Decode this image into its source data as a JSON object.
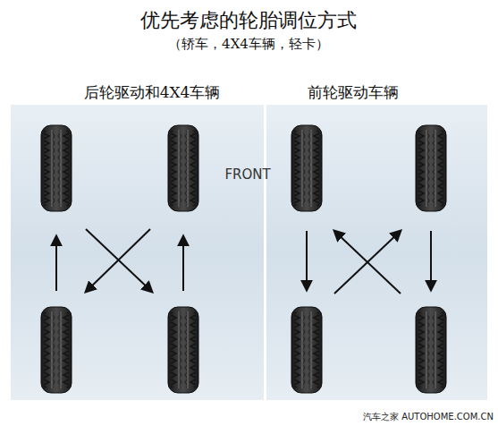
{
  "diagram": {
    "title": "优先考虑的轮胎调位方式",
    "nodes": [
      {
        "text": [
          "后轮驱动和4X4车辆"
        ]
      },
      {
        "text": [
          "前轮驱动车辆"
        ]
      }
    ],
    "labels": [
      "（轿车，4X4车辆，轻卡）",
      "FRONT",
      "汽车之家 AUTOHOME.COM.CN"
    ]
  }
}
